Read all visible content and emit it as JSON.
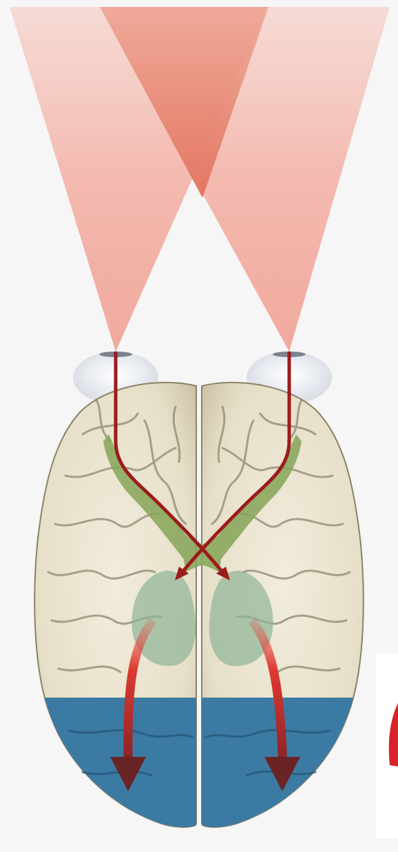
{
  "diagram": {
    "subject": "visual pathway",
    "structures": [
      {
        "id": "visual-field-left",
        "kind": "cone"
      },
      {
        "id": "visual-field-right",
        "kind": "cone"
      },
      {
        "id": "left-eye",
        "kind": "eye"
      },
      {
        "id": "right-eye",
        "kind": "eye"
      },
      {
        "id": "optic-nerves",
        "kind": "tract"
      },
      {
        "id": "optic-chiasm",
        "kind": "crossing"
      },
      {
        "id": "lateral-geniculate-nuclei",
        "kind": "nucleus"
      },
      {
        "id": "optic-radiations",
        "kind": "arrow"
      },
      {
        "id": "visual-cortex",
        "kind": "lobe"
      }
    ]
  },
  "colors": {
    "background": "#f6f6f6",
    "field_cone": "#f2a598",
    "field_overlap": "#e67e6a",
    "brain": "#e9e3cf",
    "sulci": "#8e8771",
    "tract": "#86a558",
    "nucleus": "#8fb597",
    "nerve": "#9c1b1b",
    "radiation_arrow": "#d2302a",
    "arrow_head": "#6b2426",
    "visual_cortex": "#3b7aa2",
    "eye": "#d7dbe3",
    "edge_mark": "#d8222a"
  }
}
